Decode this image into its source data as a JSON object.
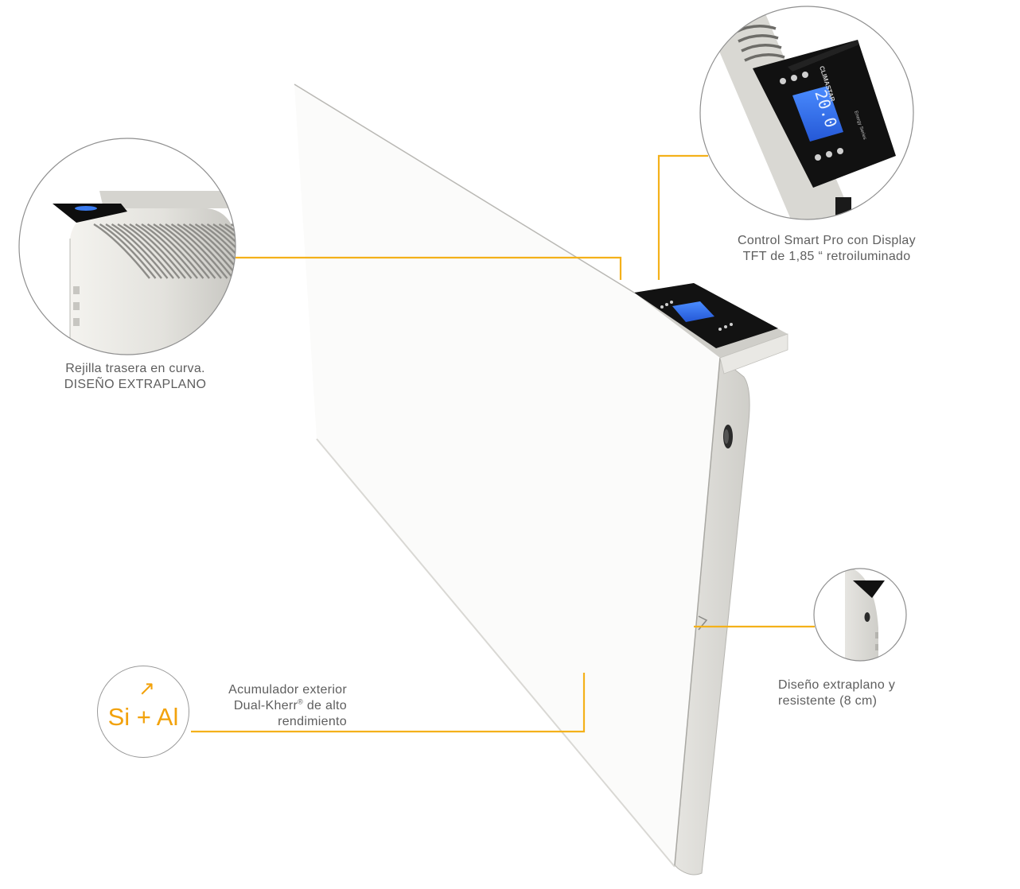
{
  "colors": {
    "accent": "#f4b11a",
    "panel": "#dcdbd6",
    "panel_edge": "#bdbcb7",
    "display_bezel": "#111111",
    "lcd": "#2f6fe8",
    "outline": "#8f8f8f"
  },
  "features": [
    {
      "id": "rejilla",
      "caption_lines": [
        "Rejilla trasera en curva.",
        "DISEÑO EXTRAPLANO"
      ]
    },
    {
      "id": "control",
      "caption_lines": [
        "Control Smart Pro con Display",
        "TFT de 1,85 “ retroiluminado"
      ],
      "device_brand": "CLIMASTAR",
      "device_series": "Energy Series",
      "display_value": "20.0"
    },
    {
      "id": "acumulador",
      "caption_line1": "Acumulador exterior",
      "caption_line2_main": "Dual-Kherr",
      "caption_line2_sup": "®",
      "caption_line2_rest": " de alto",
      "caption_line3": "rendimiento",
      "badge_text": "Si + Al",
      "badge_icon": "arrow-up-right-icon"
    },
    {
      "id": "diseno",
      "caption_lines": [
        "Diseño extraplano y",
        "resistente (8 cm)"
      ]
    }
  ]
}
